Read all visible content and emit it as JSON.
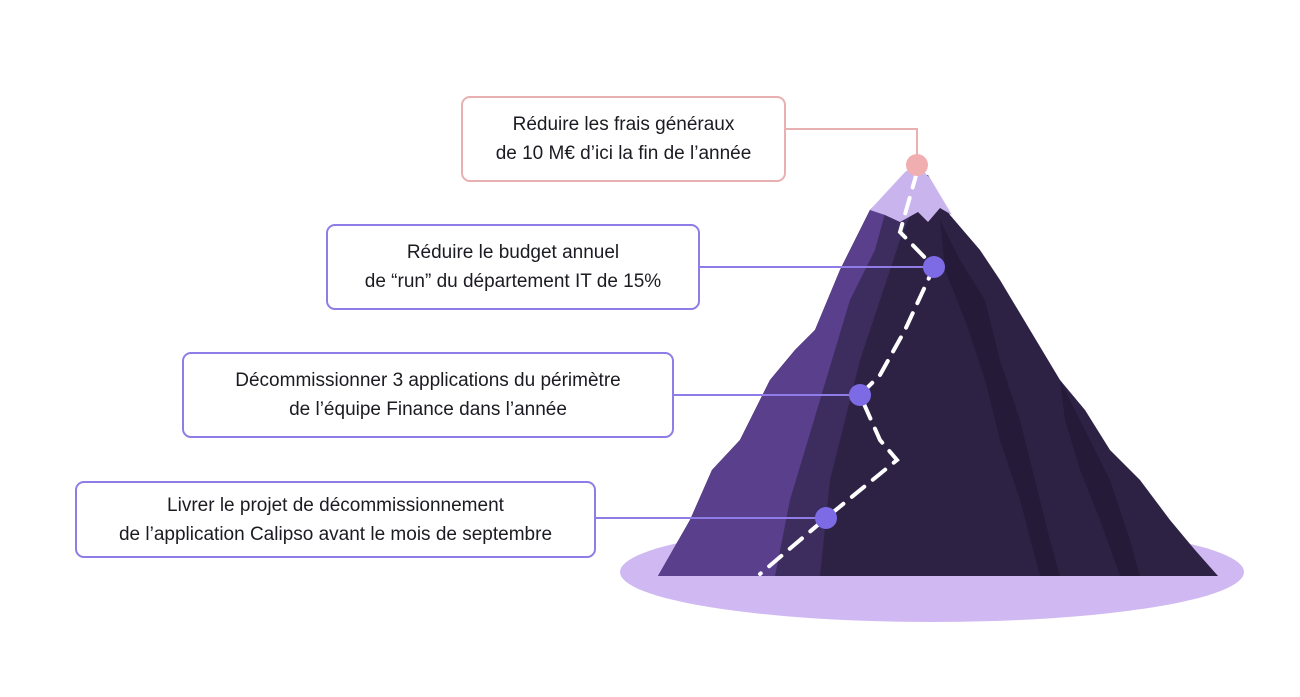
{
  "goals": [
    {
      "id": "summit",
      "level": 0,
      "lines": [
        "Réduire les frais généraux",
        "de 10 M€ d’ici la fin de l’année"
      ],
      "color": "#e8b0b0",
      "marker_color": "#f1aeb0"
    },
    {
      "id": "it-budget",
      "level": 1,
      "lines": [
        "Réduire le budget annuel",
        "de “run” du département IT de 15%"
      ],
      "color": "#8f7ce6",
      "marker_color": "#7d6be6"
    },
    {
      "id": "decommission-apps",
      "level": 2,
      "lines": [
        "Décommissionner 3 applications du périmètre",
        "de l’équipe Finance dans l’année"
      ],
      "color": "#8f7ce6",
      "marker_color": "#7d6be6"
    },
    {
      "id": "calipso-project",
      "level": 3,
      "lines": [
        "Livrer le projet de décommissionnement",
        "de l’application Calipso avant le mois de septembre"
      ],
      "color": "#8f7ce6",
      "marker_color": "#7d6be6"
    }
  ],
  "colors": {
    "mountain_dark": "#2e2244",
    "mountain_mid": "#3d2c5e",
    "mountain_light": "#5a3f8c",
    "snow": "#c9b4ee",
    "ground": "#d0b8f2",
    "trail": "#ffffff"
  }
}
